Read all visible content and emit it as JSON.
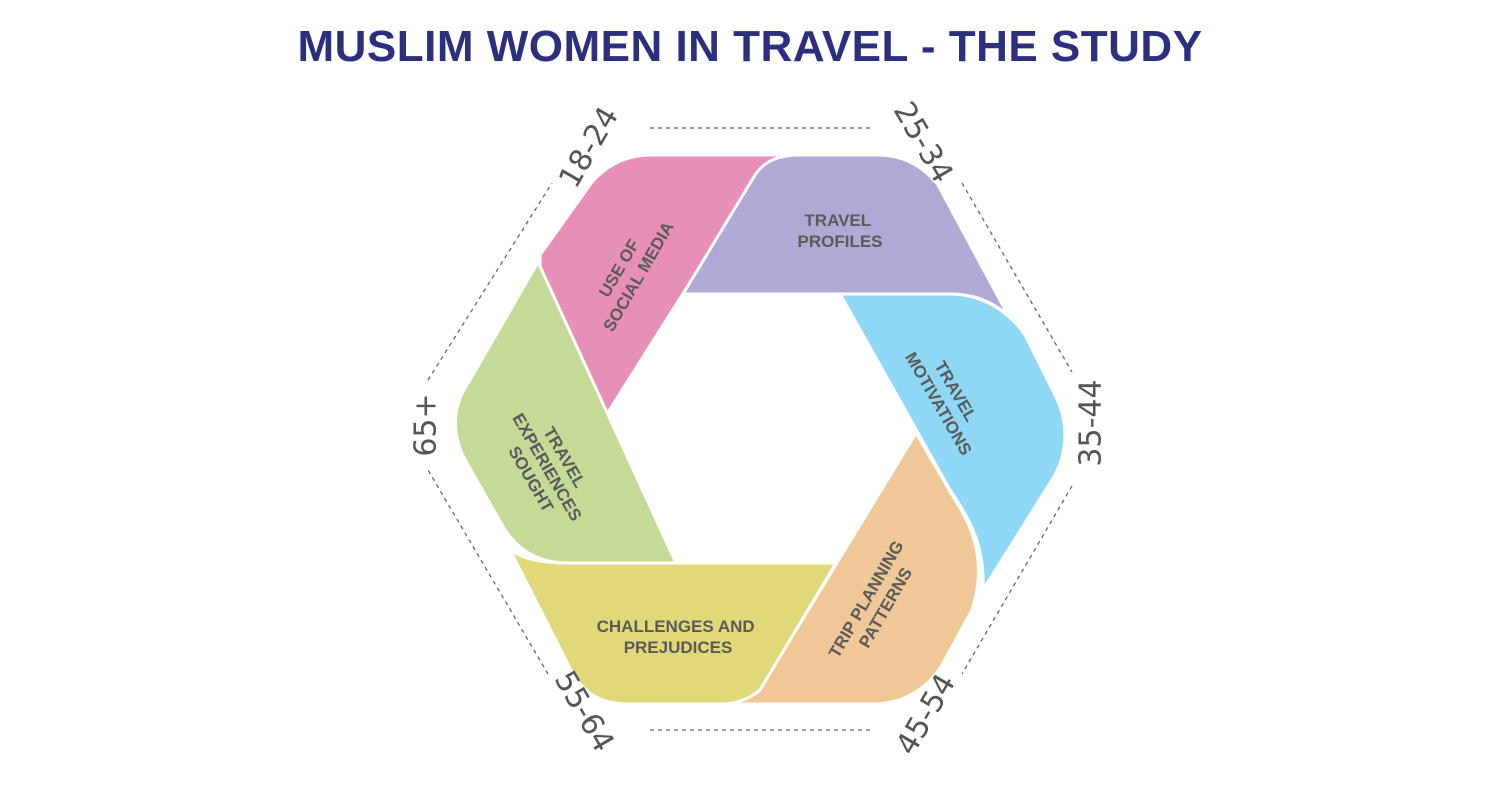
{
  "title": "MUSLIM WOMEN IN TRAVEL - THE STUDY",
  "colors": {
    "title": "#2b2f7e",
    "age_label": "#555555",
    "dashed_line": "#666666",
    "segment_text": "#5a5a5a",
    "segment_border": "#ffffff"
  },
  "age_groups": [
    "18-24",
    "25-34",
    "35-44",
    "45-54",
    "55-64",
    "65+"
  ],
  "segments": [
    {
      "lines": [
        "USE OF",
        "SOCIAL MEDIA"
      ],
      "color": "#e78fb6"
    },
    {
      "lines": [
        "TRAVEL",
        "PROFILES"
      ],
      "color": "#b0a9d6"
    },
    {
      "lines": [
        "TRAVEL",
        "MOTIVATIONS"
      ],
      "color": "#8ed8f6"
    },
    {
      "lines": [
        "TRIP PLANNING",
        "PATTERNS"
      ],
      "color": "#f0c797"
    },
    {
      "lines": [
        "CHALLENGES AND",
        "PREJUDICES"
      ],
      "color": "#e1d87a"
    },
    {
      "lines": [
        "TRAVEL",
        "EXPERIENCES",
        "SOUGHT"
      ],
      "color": "#c5da97"
    }
  ]
}
